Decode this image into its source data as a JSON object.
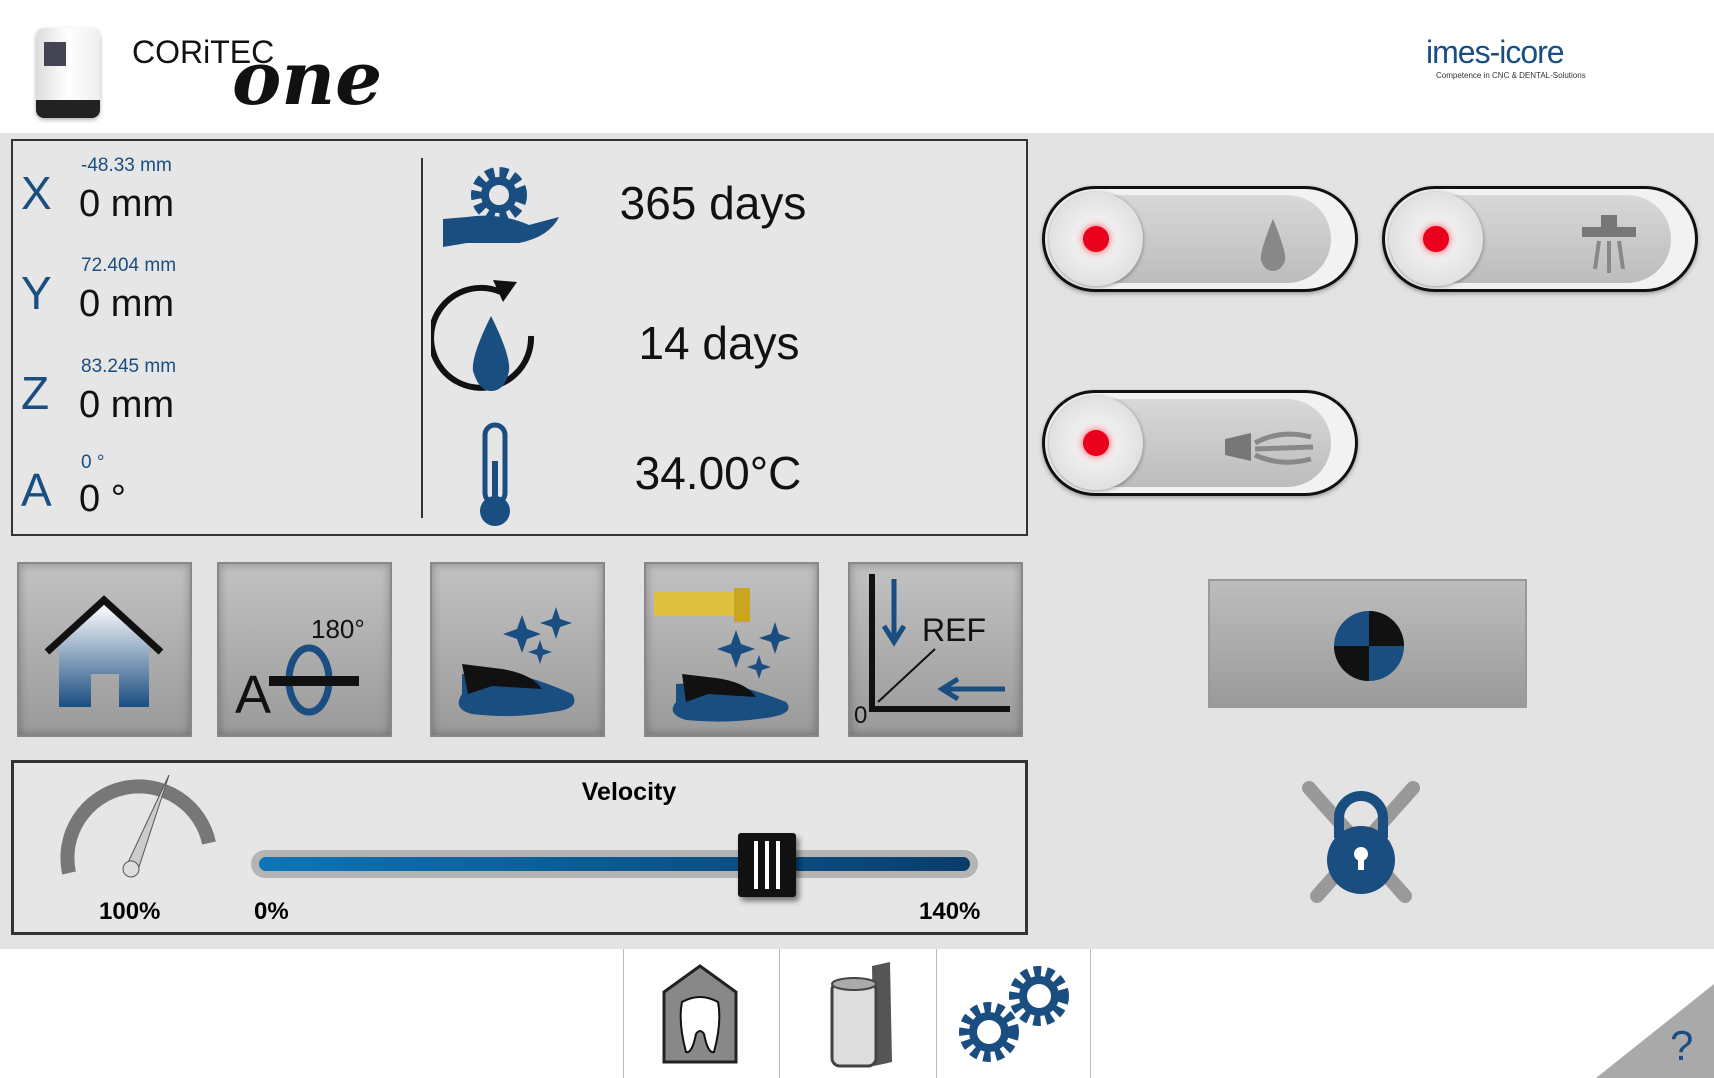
{
  "header": {
    "brand_line1": "CORiTEC",
    "brand_line2": "one",
    "vendor_logo": "imes-icore",
    "vendor_tagline": "Competence in CNC & DENTAL-Solutions"
  },
  "axes": [
    {
      "label": "X",
      "machine": "-48.33 mm",
      "value": "0 mm"
    },
    {
      "label": "Y",
      "machine": "72.404 mm",
      "value": "0 mm"
    },
    {
      "label": "Z",
      "machine": "83.245 mm",
      "value": "0 mm"
    },
    {
      "label": "A",
      "machine": "0 °",
      "value": "0 °"
    }
  ],
  "status": {
    "maintenance": "365 days",
    "water_change": "14 days",
    "temperature": "34.00°C"
  },
  "tools": {
    "rotate_label": "180°",
    "rotate_axis": "A",
    "ref_label": "REF",
    "ref_zero": "0"
  },
  "velocity": {
    "title": "Velocity",
    "current": "100%",
    "min": "0%",
    "max": "140%",
    "value_percent": 100,
    "max_value": 140
  },
  "colors": {
    "accent": "#1a4d80",
    "indicator_off": "#e8001c"
  },
  "help": "?"
}
